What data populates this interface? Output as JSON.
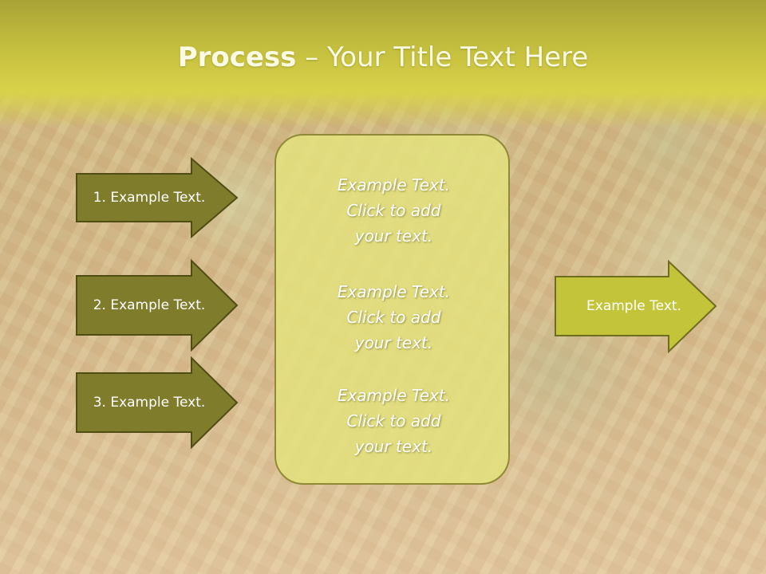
{
  "title": {
    "bold": "Process",
    "rest": " – Your Title Text Here"
  },
  "left_arrows": [
    {
      "label": "1. Example Text."
    },
    {
      "label": "2. Example Text."
    },
    {
      "label": "3. Example Text."
    }
  ],
  "center_box": {
    "blocks": [
      {
        "line1": "Example Text.",
        "line2": "Click  to add",
        "line3": "your text."
      },
      {
        "line1": "Example Text.",
        "line2": "Click  to add",
        "line3": "your text."
      },
      {
        "line1": "Example Text.",
        "line2": "Click  to add",
        "line3": "your text."
      }
    ]
  },
  "right_arrow": {
    "label": "Example Text."
  },
  "colors": {
    "title_band": "#c3bd3e",
    "left_arrow_fill": "#7f7c2c",
    "right_arrow_fill": "#c4c43a",
    "center_box_fill": "#e2e07d",
    "arrow_border": "#4f4c14"
  }
}
